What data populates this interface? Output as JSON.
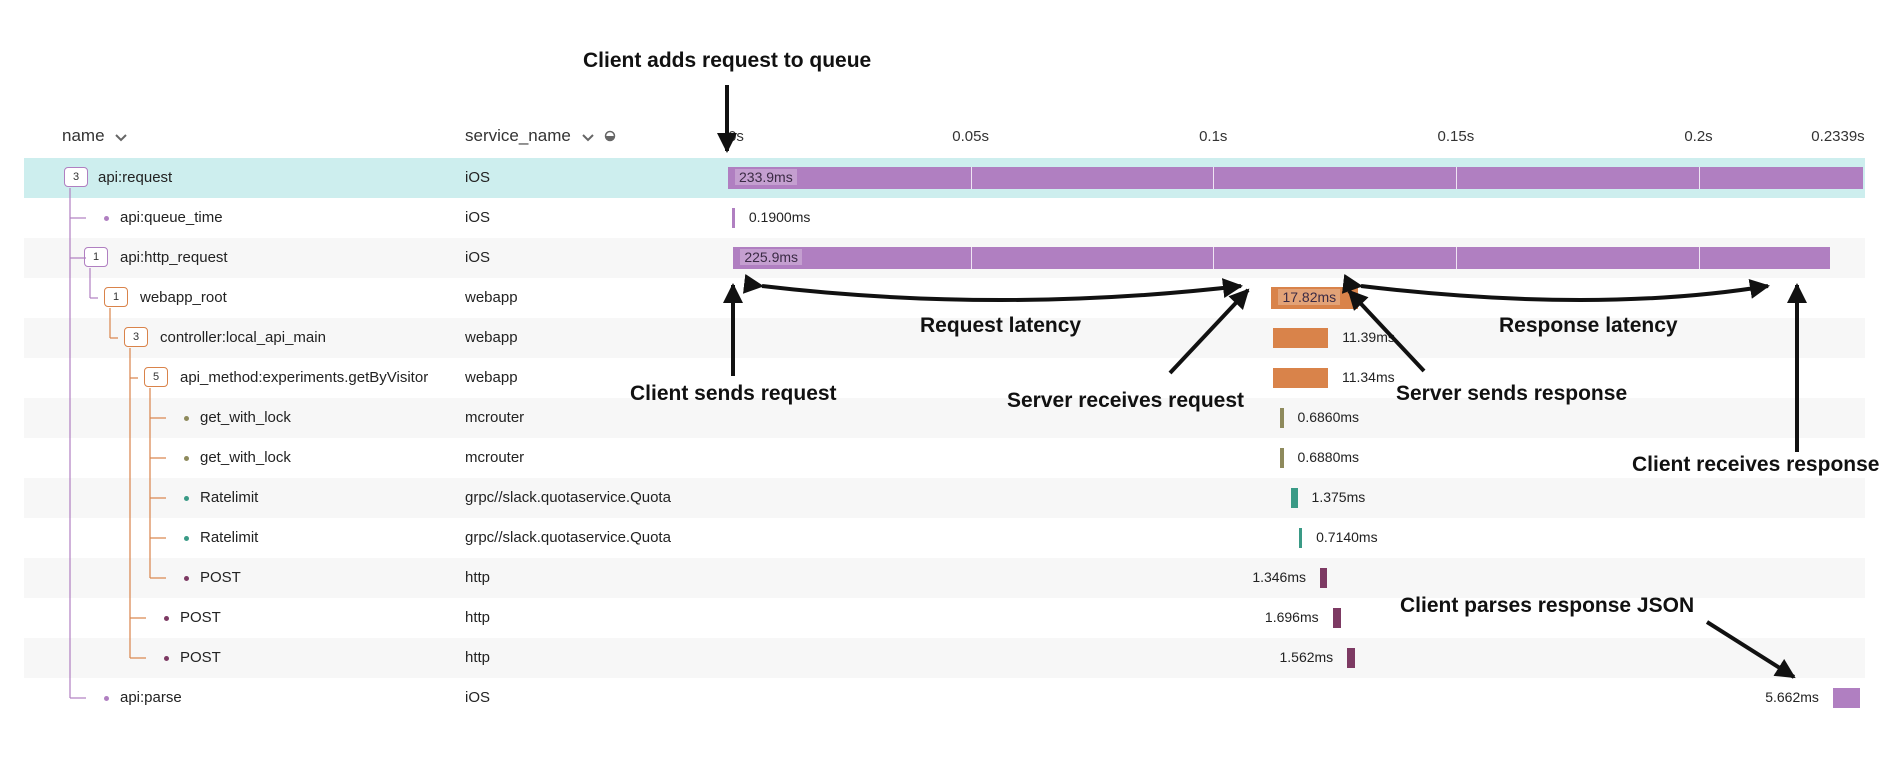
{
  "header": {
    "name_label": "name",
    "service_label": "service_name",
    "ticks": [
      "0s",
      "0.05s",
      "0.1s",
      "0.15s",
      "0.2s",
      "0.2339s"
    ]
  },
  "timeline": {
    "total_ms": 233.9
  },
  "colors": {
    "highlight_row": "#cdeeee",
    "alt_row": "#f7f7f7",
    "ios": "#b07fc1",
    "webapp": "#d9834a",
    "mcrouter": "#8e8a5c",
    "grpc": "#3a9a86",
    "http": "#7d3a63"
  },
  "spans": [
    {
      "name": "api:request",
      "service": "iOS",
      "depth": 0,
      "children": "3",
      "start_ms": 0.0,
      "duration_ms": 233.9,
      "label": "233.9ms",
      "color": "ios",
      "label_inside": true
    },
    {
      "name": "api:queue_time",
      "service": "iOS",
      "depth": 1,
      "children": "",
      "start_ms": 0.8,
      "duration_ms": 0.19,
      "label": "0.1900ms",
      "color": "ios",
      "label_inside": false
    },
    {
      "name": "api:http_request",
      "service": "iOS",
      "depth": 1,
      "children": "1",
      "start_ms": 1.1,
      "duration_ms": 225.9,
      "label": "225.9ms",
      "color": "ios",
      "label_inside": true
    },
    {
      "name": "webapp_root",
      "service": "webapp",
      "depth": 2,
      "children": "1",
      "start_ms": 112.0,
      "duration_ms": 17.82,
      "label": "17.82ms",
      "color": "webapp",
      "label_inside": true
    },
    {
      "name": "controller:local_api_main",
      "service": "webapp",
      "depth": 3,
      "children": "3",
      "start_ms": 112.3,
      "duration_ms": 11.39,
      "label": "11.39ms",
      "color": "webapp",
      "label_inside": false
    },
    {
      "name": "api_method:experiments.getByVisitor",
      "service": "webapp",
      "depth": 4,
      "children": "5",
      "start_ms": 112.3,
      "duration_ms": 11.34,
      "label": "11.34ms",
      "color": "webapp",
      "label_inside": false
    },
    {
      "name": "get_with_lock",
      "service": "mcrouter",
      "depth": 5,
      "children": "",
      "start_ms": 113.8,
      "duration_ms": 0.686,
      "label": "0.6860ms",
      "color": "mcrouter",
      "label_inside": false
    },
    {
      "name": "get_with_lock",
      "service": "mcrouter",
      "depth": 5,
      "children": "",
      "start_ms": 113.8,
      "duration_ms": 0.688,
      "label": "0.6880ms",
      "color": "mcrouter",
      "label_inside": false
    },
    {
      "name": "Ratelimit",
      "service": "grpc//slack.quotaservice.Quota",
      "depth": 5,
      "children": "",
      "start_ms": 116.0,
      "duration_ms": 1.375,
      "label": "1.375ms",
      "color": "grpc",
      "label_inside": false
    },
    {
      "name": "Ratelimit",
      "service": "grpc//slack.quotaservice.Quota",
      "depth": 5,
      "children": "",
      "start_ms": 117.6,
      "duration_ms": 0.714,
      "label": "0.7140ms",
      "color": "grpc",
      "label_inside": false
    },
    {
      "name": "POST",
      "service": "http",
      "depth": 5,
      "children": "",
      "start_ms": 122.0,
      "duration_ms": 1.346,
      "label": "1.346ms",
      "color": "http",
      "label_inside": false,
      "label_left": true
    },
    {
      "name": "POST",
      "service": "http",
      "depth": 4,
      "children": "",
      "start_ms": 124.6,
      "duration_ms": 1.696,
      "label": "1.696ms",
      "color": "http",
      "label_inside": false,
      "label_left": true
    },
    {
      "name": "POST",
      "service": "http",
      "depth": 4,
      "children": "",
      "start_ms": 127.6,
      "duration_ms": 1.562,
      "label": "1.562ms",
      "color": "http",
      "label_inside": false,
      "label_left": true
    },
    {
      "name": "api:parse",
      "service": "iOS",
      "depth": 1,
      "children": "",
      "start_ms": 227.7,
      "duration_ms": 5.662,
      "label": "5.662ms",
      "color": "ios",
      "label_inside": false,
      "label_left": true
    }
  ],
  "annotations": {
    "queue": "Client adds request to queue",
    "sends_request": "Client sends request",
    "request_latency": "Request latency",
    "server_receives": "Server receives request",
    "server_sends": "Server sends response",
    "response_latency": "Response latency",
    "client_receives": "Client receives response",
    "parses": "Client parses response JSON"
  }
}
